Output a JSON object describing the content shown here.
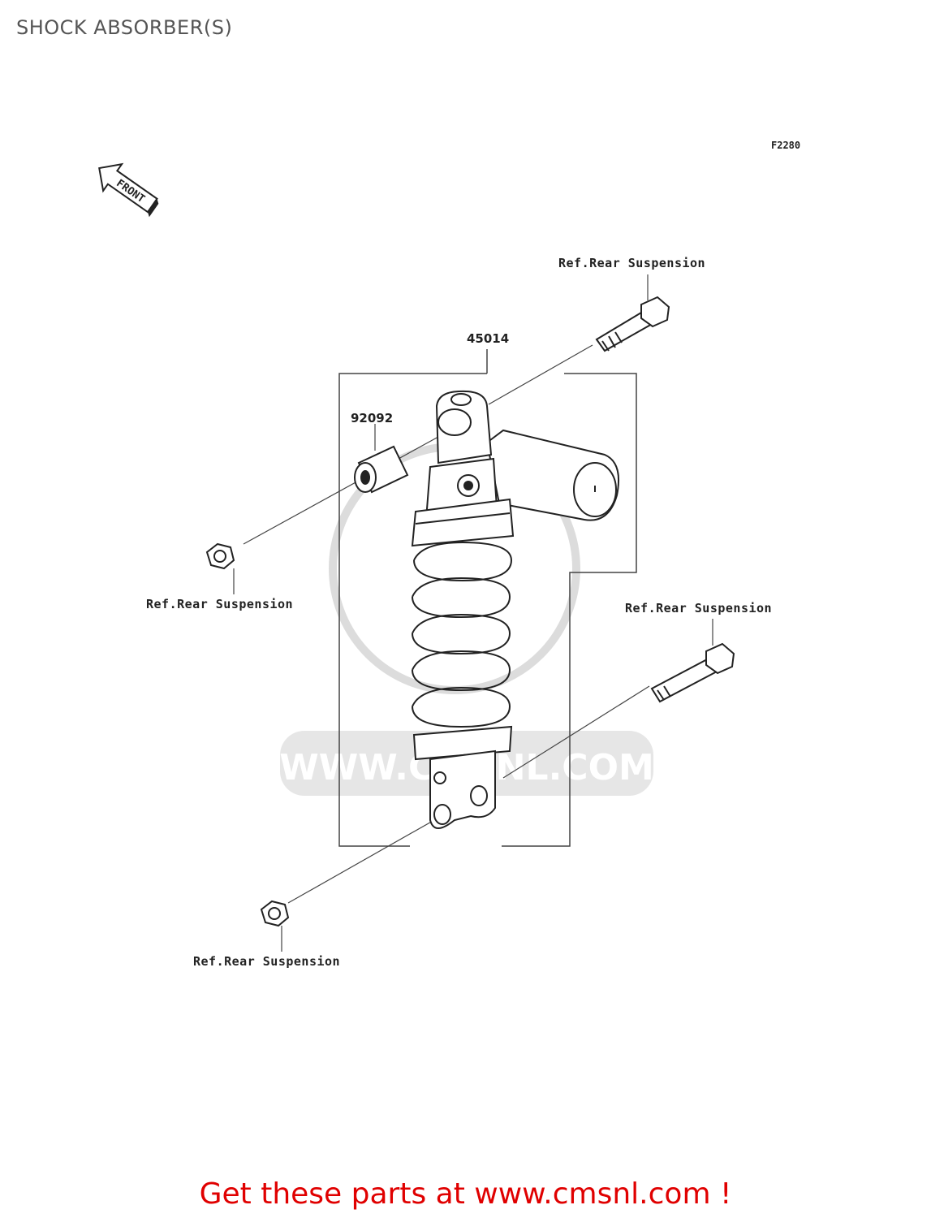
{
  "page": {
    "title": "SHOCK ABSORBER(S)"
  },
  "diagram": {
    "figure_code": "F2280",
    "front_marker": "FRONT",
    "parts": [
      {
        "number": "45014"
      },
      {
        "number": "92092"
      }
    ],
    "references": [
      {
        "text": "Ref.Rear Suspension"
      },
      {
        "text": "Ref.Rear Suspension"
      },
      {
        "text": "Ref.Rear Suspension"
      },
      {
        "text": "Ref.Rear Suspension"
      }
    ],
    "watermark": "WWW.CMSNL.COM"
  },
  "footer": {
    "cta": "Get these parts at www.cmsnl.com !"
  },
  "colors": {
    "cta": "#e00000",
    "line": "#222222",
    "watermark": "#dcdcdc"
  }
}
